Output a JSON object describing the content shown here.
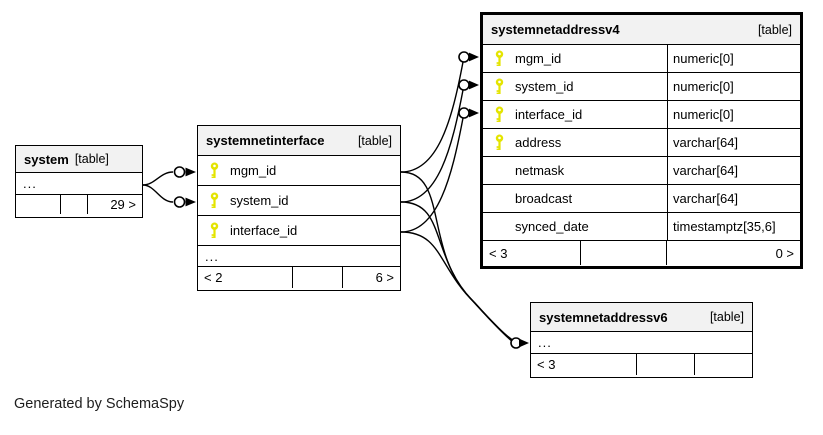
{
  "generator_note": "Generated by SchemaSpy",
  "colors": {
    "header_bg": "#f2f2f2",
    "border": "#000000",
    "key_icon": "#e4e400",
    "background": "#ffffff"
  },
  "icons": {
    "primary_key": "key-icon",
    "connector_end": "circle-arrow"
  },
  "tables": [
    {
      "name": "system",
      "kind": "[table]",
      "ellipsis": "...",
      "footer": {
        "left": "",
        "mid": "",
        "right": "29 >"
      }
    },
    {
      "name": "systemnetinterface",
      "kind": "[table]",
      "columns": [
        {
          "name": "mgm_id",
          "key": true
        },
        {
          "name": "system_id",
          "key": true
        },
        {
          "name": "interface_id",
          "key": true
        }
      ],
      "ellipsis": "...",
      "footer": {
        "left": "< 2",
        "mid": "",
        "right": "6 >"
      }
    },
    {
      "name": "systemnetaddressv4",
      "kind": "[table]",
      "columns": [
        {
          "name": "mgm_id",
          "type": "numeric[0]",
          "key": true
        },
        {
          "name": "system_id",
          "type": "numeric[0]",
          "key": true
        },
        {
          "name": "interface_id",
          "type": "numeric[0]",
          "key": true
        },
        {
          "name": "address",
          "type": "varchar[64]",
          "key": true
        },
        {
          "name": "netmask",
          "type": "varchar[64]",
          "key": false
        },
        {
          "name": "broadcast",
          "type": "varchar[64]",
          "key": false
        },
        {
          "name": "synced_date",
          "type": "timestamptz[35,6]",
          "key": false
        }
      ],
      "footer": {
        "left": "< 3",
        "mid": "",
        "right": "0 >"
      }
    },
    {
      "name": "systemnetaddressv6",
      "kind": "[table]",
      "ellipsis": "...",
      "footer": {
        "left": "< 3",
        "mid": "",
        "right": ""
      }
    }
  ],
  "relationships": [
    {
      "from": "system",
      "to": "systemnetinterface.mgm_id"
    },
    {
      "from": "system",
      "to": "systemnetinterface.system_id"
    },
    {
      "from": "systemnetinterface.mgm_id",
      "to": "systemnetaddressv4.mgm_id"
    },
    {
      "from": "systemnetinterface.system_id",
      "to": "systemnetaddressv4.system_id"
    },
    {
      "from": "systemnetinterface.interface_id",
      "to": "systemnetaddressv4.interface_id"
    },
    {
      "from": "systemnetinterface.mgm_id",
      "to": "systemnetaddressv6"
    },
    {
      "from": "systemnetinterface.system_id",
      "to": "systemnetaddressv6"
    },
    {
      "from": "systemnetinterface.interface_id",
      "to": "systemnetaddressv6"
    }
  ]
}
